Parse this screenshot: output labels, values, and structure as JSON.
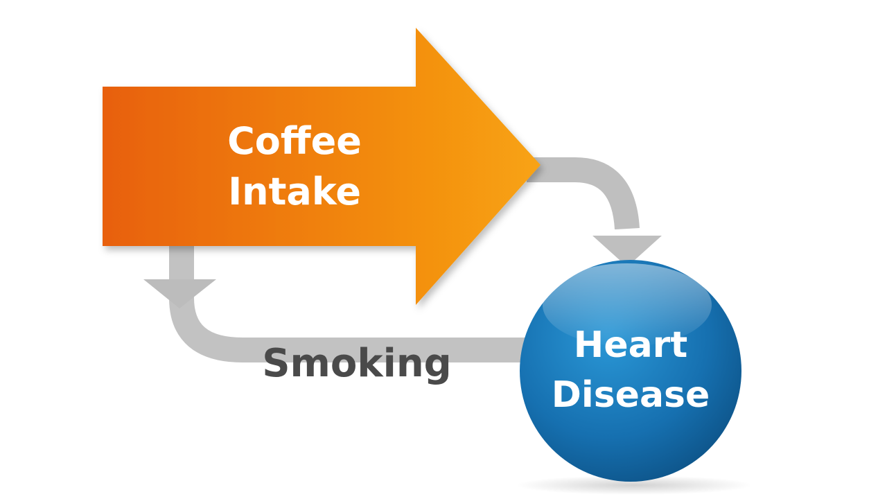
{
  "nodes": {
    "exposure": {
      "line1": "Coffee",
      "line2": "Intake"
    },
    "outcome": {
      "line1": "Heart",
      "line2": "Disease"
    },
    "confounder": {
      "label": "Smoking"
    }
  },
  "colors": {
    "exposure_dark": "#e8600e",
    "exposure_light": "#f79a12",
    "outcome_dark": "#0d5a8f",
    "outcome_light": "#1c86c8",
    "connector": "#bdbdbd",
    "confounder_text": "#4a4a4a"
  }
}
